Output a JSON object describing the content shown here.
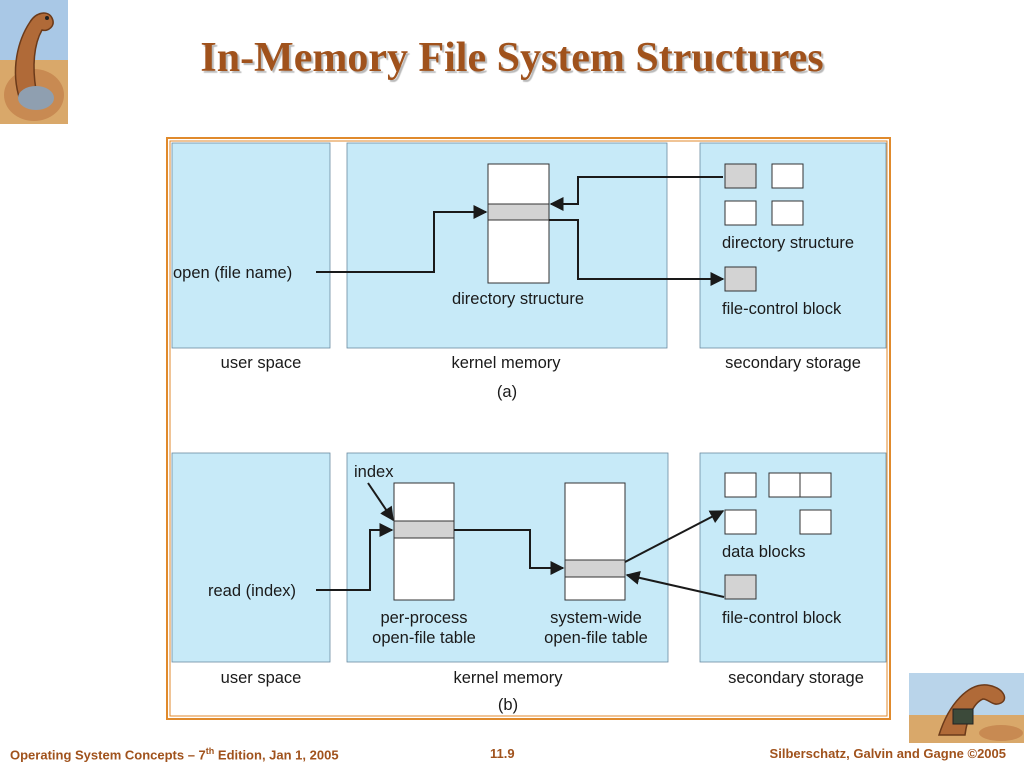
{
  "slide": {
    "title": "In-Memory File System Structures",
    "footer_left_prefix": "Operating System Concepts – 7",
    "footer_left_sup": "th",
    "footer_left_suffix": " Edition, Jan 1, 2005",
    "footer_center": "11.9",
    "footer_right": "Silberschatz, Galvin and Gagne ©2005"
  },
  "diagram": {
    "colors": {
      "panel": "#c7eaf8",
      "frame": "#e08a2c",
      "shaded": "#d3d3d3",
      "arrow": "#1a1a1a"
    },
    "a": {
      "call": "open (file name)",
      "kernel_label": "directory structure",
      "storage_dir_label": "directory structure",
      "storage_fcb_label": "file-control block",
      "user_space": "user space",
      "kernel_memory": "kernel memory",
      "secondary_storage": "secondary storage",
      "caption": "(a)"
    },
    "b": {
      "call": "read (index)",
      "index_label": "index",
      "per_process_1": "per-process",
      "per_process_2": "open-file table",
      "system_wide_1": "system-wide",
      "system_wide_2": "open-file table",
      "data_blocks": "data blocks",
      "fcb": "file-control block",
      "user_space": "user space",
      "kernel_memory": "kernel memory",
      "secondary_storage": "secondary storage",
      "caption": "(b)"
    }
  }
}
